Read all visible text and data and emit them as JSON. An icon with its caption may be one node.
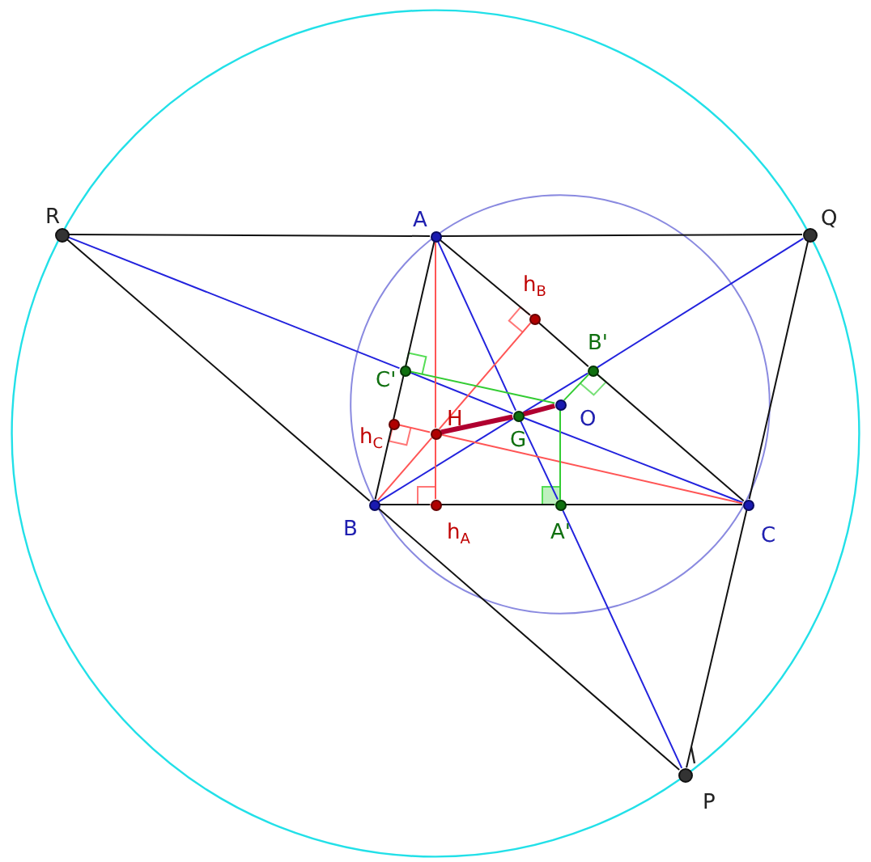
{
  "diagram": {
    "nodes": [
      {
        "text": [
          "R"
        ]
      },
      {
        "text": [
          "A"
        ]
      },
      {
        "text": [
          "Q"
        ]
      },
      {
        "text": [
          "B"
        ]
      },
      {
        "text": [
          "C"
        ]
      },
      {
        "text": [
          "P"
        ]
      },
      {
        "text": [
          "h$_{A}$"
        ]
      },
      {
        "text": [
          "h$_{B}$"
        ]
      },
      {
        "text": [
          "h$_{C}$"
        ]
      },
      {
        "text": [
          "H"
        ]
      },
      {
        "text": [
          "G"
        ]
      },
      {
        "text": [
          "O"
        ]
      },
      {
        "text": [
          "A'"
        ]
      },
      {
        "text": [
          "B'"
        ]
      },
      {
        "text": [
          "C'"
        ]
      }
    ],
    "edges": [
      {
        "from": 0,
        "to": 1,
        "arrow": "none"
      },
      {
        "from": 1,
        "to": 2,
        "arrow": "none"
      },
      {
        "from": 0,
        "to": 3,
        "arrow": "none"
      },
      {
        "from": 3,
        "to": 5,
        "arrow": "none"
      },
      {
        "from": 2,
        "to": 4,
        "arrow": "none"
      },
      {
        "from": 4,
        "to": 5,
        "arrow": "none"
      },
      {
        "from": 1,
        "to": 3,
        "arrow": "none"
      },
      {
        "from": 1,
        "to": 7,
        "arrow": "none"
      },
      {
        "from": 7,
        "to": 13,
        "arrow": "none"
      },
      {
        "from": 13,
        "to": 4,
        "arrow": "none"
      },
      {
        "from": 3,
        "to": 6,
        "arrow": "none"
      },
      {
        "from": 6,
        "to": 12,
        "arrow": "none"
      },
      {
        "from": 12,
        "to": 4,
        "arrow": "none"
      },
      {
        "from": 0,
        "to": 14,
        "arrow": "none",
        "color": "#2222dd"
      },
      {
        "from": 14,
        "to": 10,
        "arrow": "none",
        "color": "#2222dd"
      },
      {
        "from": 10,
        "to": 4,
        "arrow": "none",
        "color": "#2222dd"
      },
      {
        "from": 1,
        "to": 10,
        "arrow": "none",
        "color": "#2222dd"
      },
      {
        "from": 10,
        "to": 12,
        "arrow": "none",
        "color": "#2222dd"
      },
      {
        "from": 12,
        "to": 5,
        "arrow": "none",
        "color": "#2222dd"
      },
      {
        "from": 3,
        "to": 10,
        "arrow": "none",
        "color": "#2222dd"
      },
      {
        "from": 10,
        "to": 13,
        "arrow": "none",
        "color": "#2222dd"
      },
      {
        "from": 13,
        "to": 2,
        "arrow": "none",
        "color": "#2222dd"
      },
      {
        "from": 1,
        "to": 9,
        "arrow": "none",
        "color": "#ff5555"
      },
      {
        "from": 9,
        "to": 6,
        "arrow": "none",
        "color": "#ff5555"
      },
      {
        "from": 3,
        "to": 9,
        "arrow": "none",
        "color": "#ff5555"
      },
      {
        "from": 9,
        "to": 7,
        "arrow": "none",
        "color": "#ff5555"
      },
      {
        "from": 4,
        "to": 9,
        "arrow": "none",
        "color": "#ff5555"
      },
      {
        "from": 9,
        "to": 8,
        "arrow": "none",
        "color": "#ff5555"
      },
      {
        "from": 9,
        "to": 10,
        "arrow": "none",
        "style": "thick",
        "color": "#b00030"
      },
      {
        "from": 10,
        "to": 11,
        "arrow": "none",
        "style": "thick",
        "color": "#b00030"
      },
      {
        "from": 14,
        "to": 11,
        "arrow": "none",
        "color": "#33cc33"
      },
      {
        "from": 13,
        "to": 11,
        "arrow": "none",
        "color": "#33cc33"
      },
      {
        "from": 12,
        "to": 11,
        "arrow": "none",
        "color": "#33cc33"
      }
    ]
  }
}
